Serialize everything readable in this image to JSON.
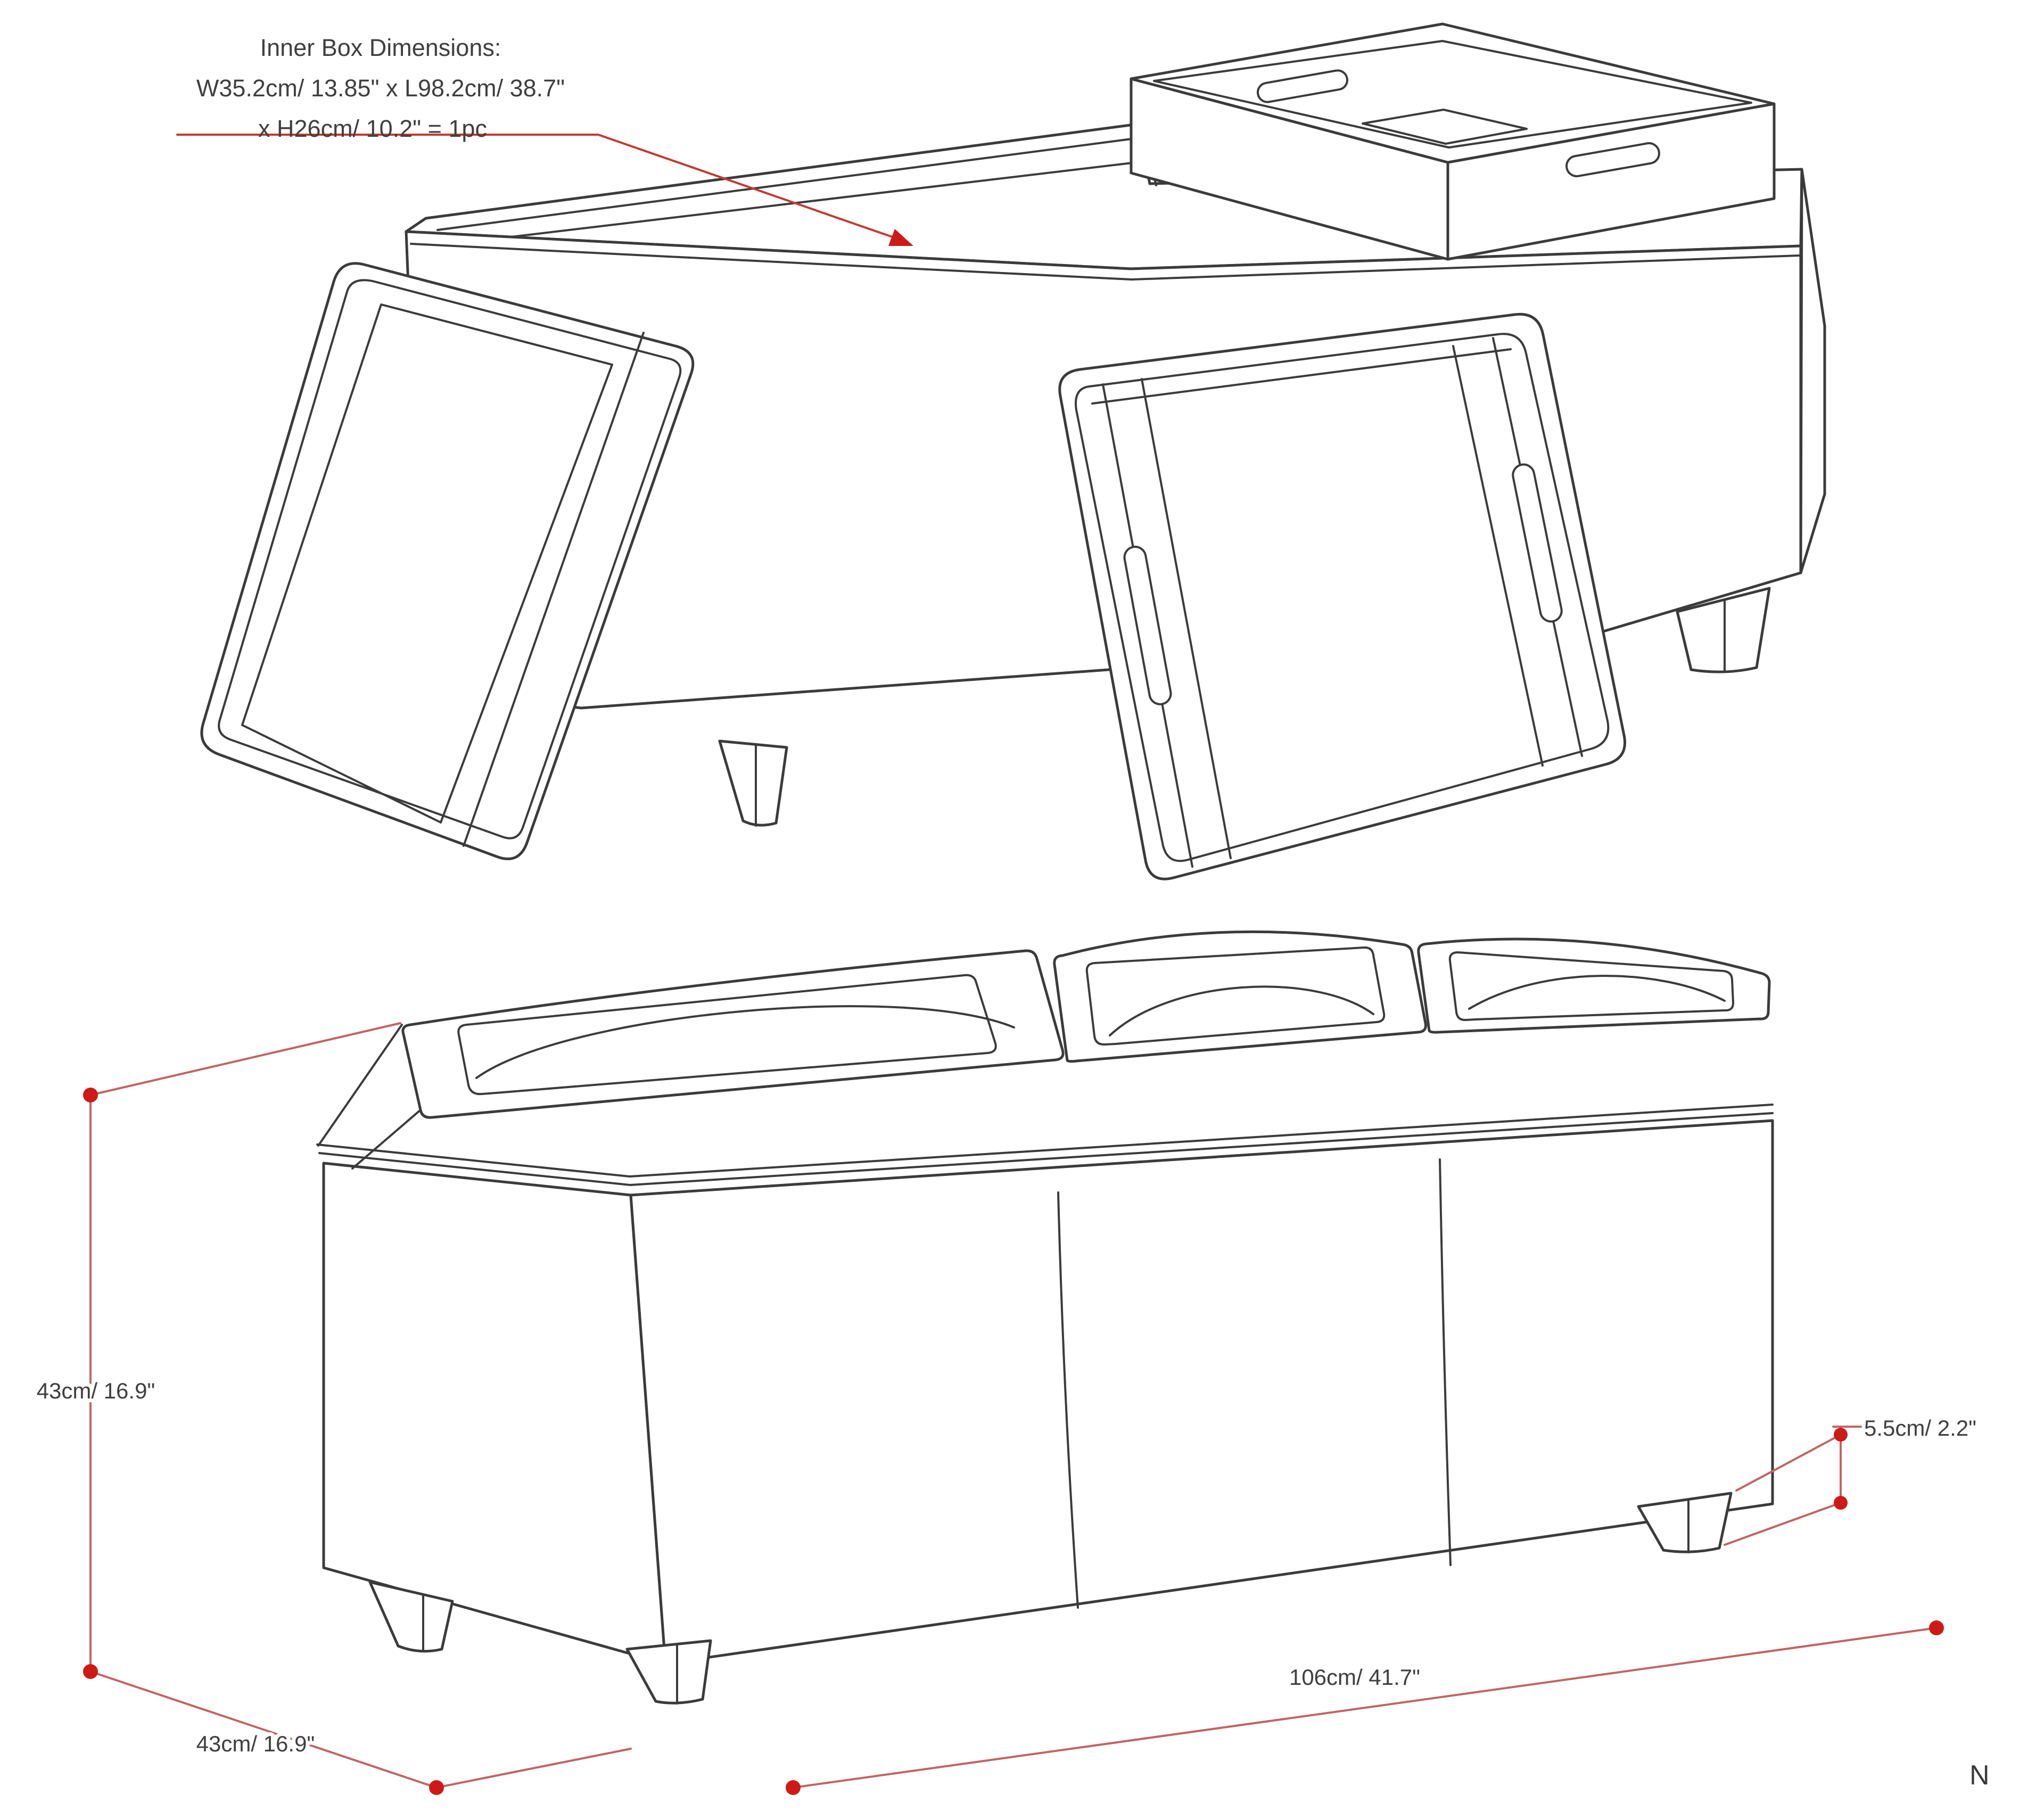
{
  "title_block": {
    "line1": "Inner Box Dimensions:",
    "line2": "W35.2cm/ 13.85\" x L98.2cm/ 38.7\"",
    "line3": "x H26cm/ 10.2\" = 1pc"
  },
  "dimensions": {
    "height_label": "43cm/ 16.9\"",
    "depth_label": "43cm/ 16.9\"",
    "length_label": "106cm/ 41.7\"",
    "leg_height_label": "5.5cm/ 2.2\""
  },
  "corner_mark": "N",
  "colors": {
    "background": "#ffffff",
    "ink_line": "#3b3b3b",
    "dimension_line": "#c06563",
    "leader_line": "#c23a32",
    "dimension_dot": "#ce1a17",
    "label_text": "#3f3f3f"
  }
}
